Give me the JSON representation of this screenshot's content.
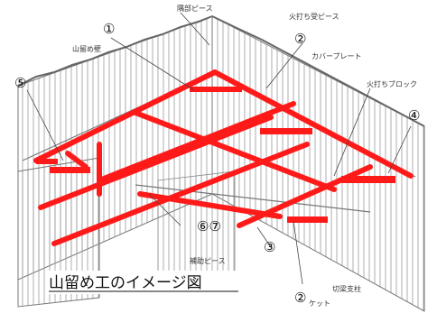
{
  "diagram": {
    "title": "山留め工のイメージ図",
    "callouts": {
      "c1": "①",
      "c2_top": "②",
      "c2_bottom": "②",
      "c3": "③",
      "c4": "④",
      "c5": "⑤",
      "c67": "⑥⑦"
    },
    "labels": {
      "corner_piece": "隅部ピース",
      "kiuchi_uke_piece": "火打ち受ピース",
      "yamadome_wall": "山留め壁",
      "cover_plate": "カバープレート",
      "kiuchi_block": "火打ちブロック",
      "hojo_piece": "補助ピース",
      "kiribari_shichu": "切梁支柱",
      "jack_fragment": "ケット"
    },
    "colors": {
      "member": "#ff1a1a",
      "line": "#555555"
    }
  }
}
